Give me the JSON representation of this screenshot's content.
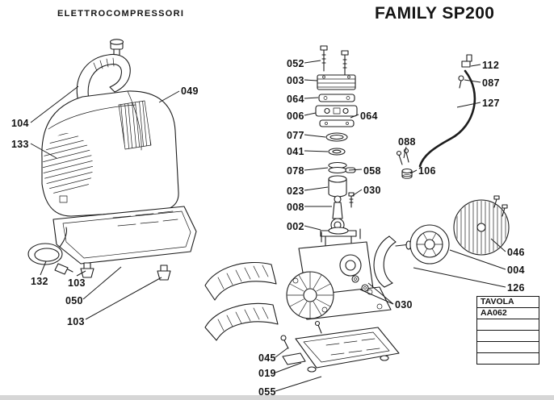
{
  "header": {
    "brand": "ELETTROCOMPRESSORI",
    "title": "FAMILY SP200"
  },
  "labels": [
    {
      "part": "104"
    },
    {
      "part": "133"
    },
    {
      "part": "049"
    },
    {
      "part": "132"
    },
    {
      "part": "103"
    },
    {
      "part": "050"
    },
    {
      "part": "103"
    },
    {
      "part": "052"
    },
    {
      "part": "003"
    },
    {
      "part": "064"
    },
    {
      "part": "006"
    },
    {
      "part": "064"
    },
    {
      "part": "077"
    },
    {
      "part": "041"
    },
    {
      "part": "078"
    },
    {
      "part": "058"
    },
    {
      "part": "023"
    },
    {
      "part": "030"
    },
    {
      "part": "008"
    },
    {
      "part": "002"
    },
    {
      "part": "112"
    },
    {
      "part": "087"
    },
    {
      "part": "127"
    },
    {
      "part": "088"
    },
    {
      "part": "106"
    },
    {
      "part": "046"
    },
    {
      "part": "004"
    },
    {
      "part": "126"
    },
    {
      "part": "030"
    },
    {
      "part": "045"
    },
    {
      "part": "019"
    },
    {
      "part": "055"
    }
  ],
  "table": {
    "title": "TAVOLA",
    "code": "AA062"
  }
}
